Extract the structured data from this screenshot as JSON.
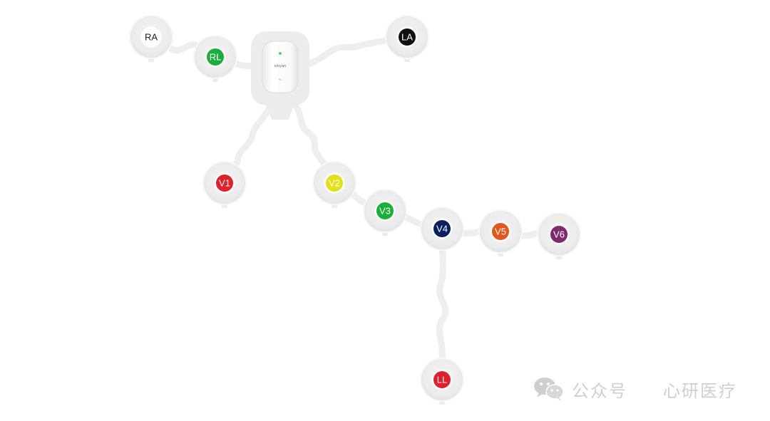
{
  "device": {
    "brand": "xinyan",
    "model": "YL",
    "led_color": "#2ecc40"
  },
  "electrodes": [
    {
      "id": "ra",
      "label": "RA",
      "color": "#ffffff",
      "text_color": "#222222"
    },
    {
      "id": "rl",
      "label": "RL",
      "color": "#1aae3a",
      "text_color": "#ffffff"
    },
    {
      "id": "la",
      "label": "LA",
      "color": "#111111",
      "text_color": "#ffffff"
    },
    {
      "id": "v1",
      "label": "V1",
      "color": "#e0202a",
      "text_color": "#ffffff"
    },
    {
      "id": "v2",
      "label": "V2",
      "color": "#e2e01a",
      "text_color": "#ffffff"
    },
    {
      "id": "v3",
      "label": "V3",
      "color": "#1aae3a",
      "text_color": "#ffffff"
    },
    {
      "id": "v4",
      "label": "V4",
      "color": "#0d1f63",
      "text_color": "#ffffff"
    },
    {
      "id": "v5",
      "label": "V5",
      "color": "#e0581e",
      "text_color": "#ffffff"
    },
    {
      "id": "v6",
      "label": "V6",
      "color": "#7d2a70",
      "text_color": "#ffffff"
    },
    {
      "id": "ll",
      "label": "LL",
      "color": "#e0202a",
      "text_color": "#ffffff"
    }
  ],
  "watermark": {
    "channel": "公众号",
    "name": "心研医疗",
    "icon": "wechat-icon"
  }
}
